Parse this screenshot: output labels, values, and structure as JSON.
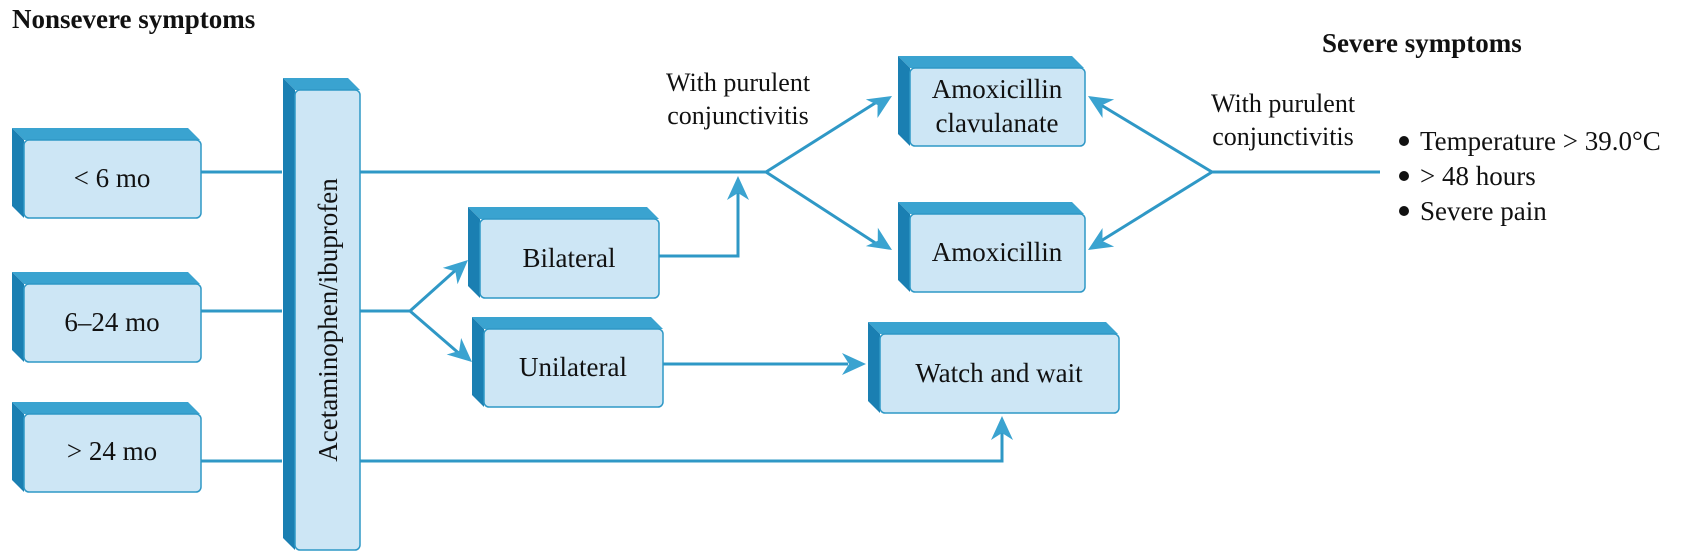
{
  "titles": {
    "nonsevere": "Nonsevere symptoms",
    "severe": "Severe symptoms"
  },
  "boxes": {
    "lt6": "< 6 mo",
    "m6_24": "6–24 mo",
    "gt24": "> 24 mo",
    "acetaminophen": "Acetaminophen/ibuprofen",
    "bilateral": "Bilateral",
    "unilateral": "Unilateral",
    "amox_clav_line1": "Amoxicillin",
    "amox_clav_line2": "clavulanate",
    "amoxicillin": "Amoxicillin",
    "watch": "Watch and wait"
  },
  "labels": {
    "left_purulent_line1": "With purulent",
    "left_purulent_line2": "conjunctivitis",
    "right_purulent_line1": "With purulent",
    "right_purulent_line2": "conjunctivitis"
  },
  "severe_criteria": [
    "Temperature > 39.0°C",
    "> 48 hours",
    "Severe pain"
  ],
  "colors": {
    "box_face": "#cde6f5",
    "box_top": "#3aa3d0",
    "box_side": "#1a7fb2",
    "connector": "#2f98c6"
  }
}
